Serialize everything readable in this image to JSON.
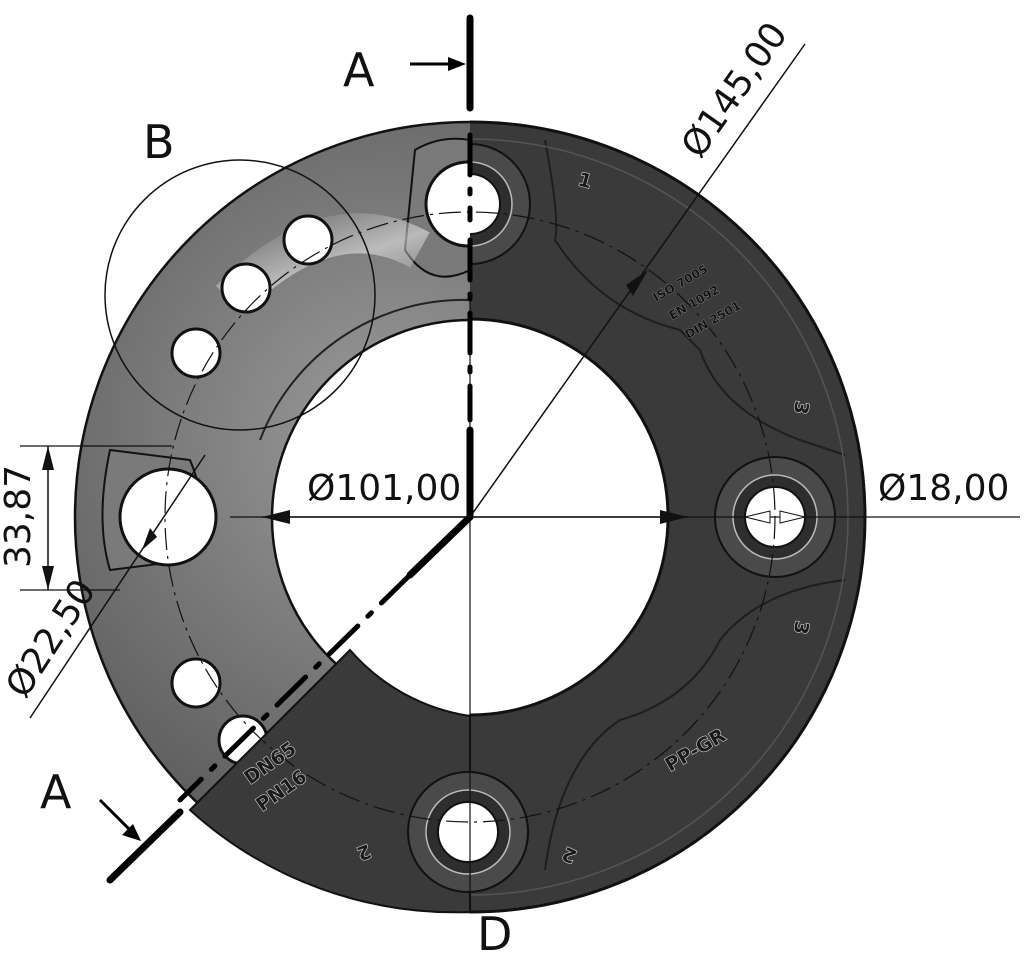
{
  "drawing": {
    "section_label_top": "A",
    "section_label_bottom": "A",
    "detail_label": "B",
    "view_label": "D",
    "dimensions": {
      "outer_diameter": "Ø145,00",
      "inner_diameter": "Ø101,00",
      "bolt_hole_diameter": "Ø18,00",
      "slot_hole_diameter": "Ø22,50",
      "offset": "33,87"
    },
    "markings": {
      "standard_1": "ISO 7005",
      "standard_2": "EN 1092",
      "standard_3": "DIN 2501",
      "size": "DN65",
      "pressure": "PN16",
      "material": "PP-GR",
      "hole_1": "1",
      "hole_2a": "2",
      "hole_2b": "2",
      "hole_3a": "3",
      "hole_3b": "3"
    },
    "colors": {
      "section_fill": "#3a3a3a",
      "view_fill": "#6e6e6e",
      "line": "#000000"
    }
  }
}
